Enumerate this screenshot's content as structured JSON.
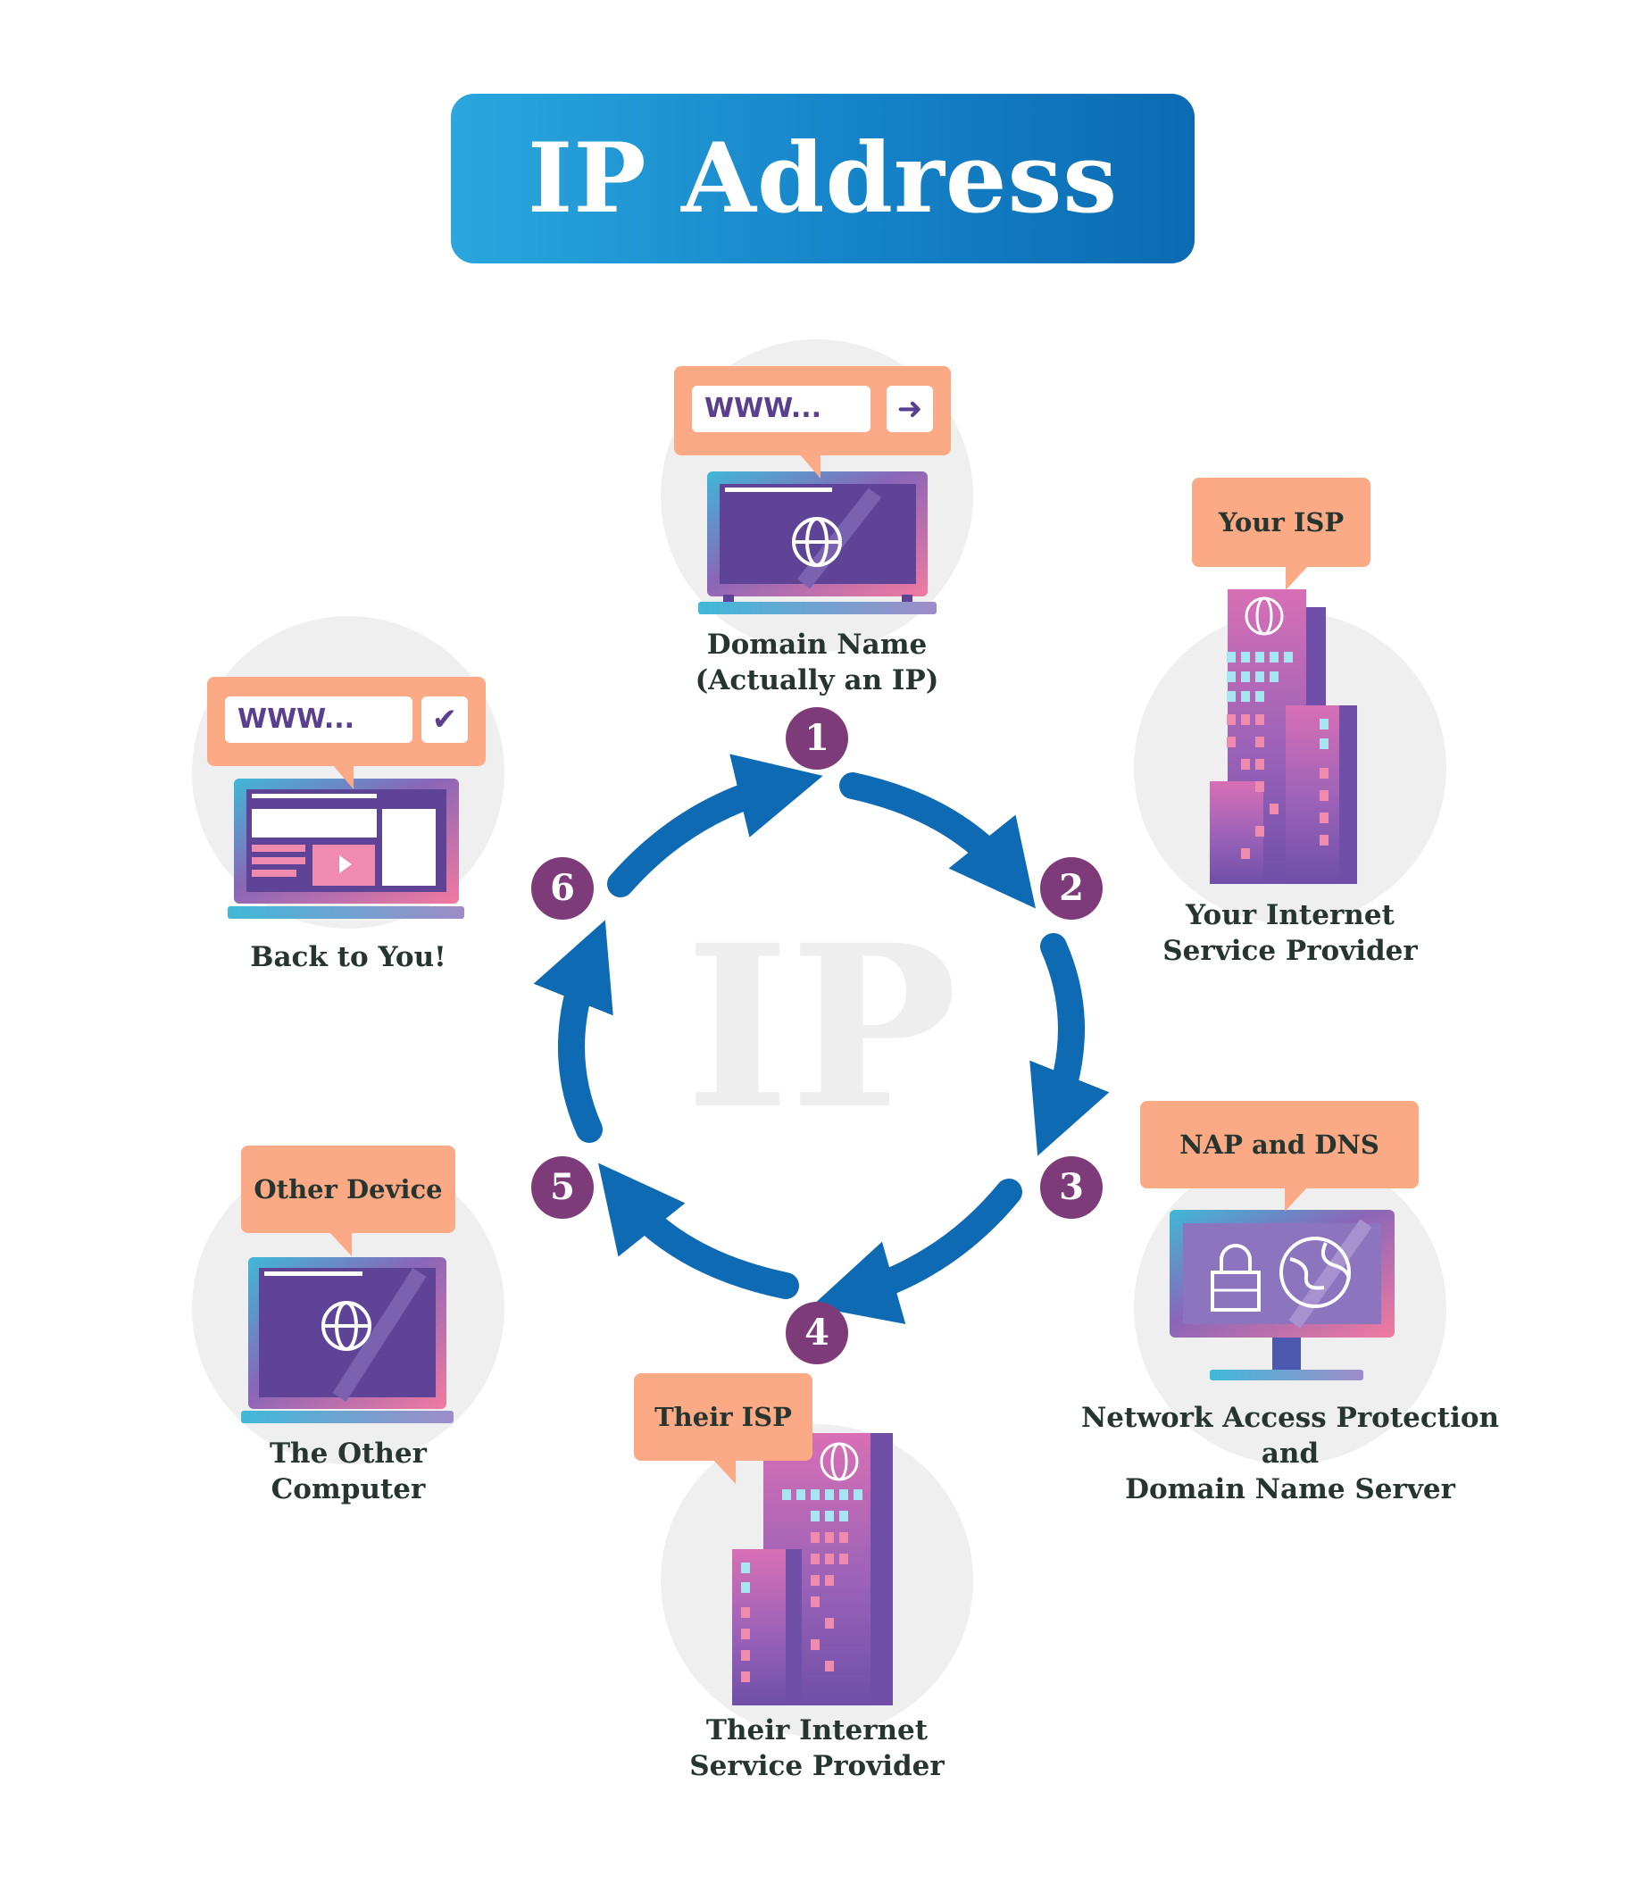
{
  "title": "IP Address",
  "center_watermark": "IP",
  "steps": [
    {
      "number": "1",
      "label_line1": "Domain Name",
      "label_line2": "(Actually an IP)",
      "url_text": "WWW...",
      "button_icon": "arrow-right-icon"
    },
    {
      "number": "2",
      "bubble": "Your ISP",
      "label_line1": "Your Internet",
      "label_line2": "Service Provider"
    },
    {
      "number": "3",
      "bubble": "NAP and DNS",
      "label_line1": "Network Access Protection",
      "label_line2": "and",
      "label_line3": "Domain Name Server"
    },
    {
      "number": "4",
      "bubble": "Their ISP",
      "label_line1": "Their Internet",
      "label_line2": "Service Provider"
    },
    {
      "number": "5",
      "bubble": "Other Device",
      "label_line1": "The Other",
      "label_line2": "Computer"
    },
    {
      "number": "6",
      "label_line1": "Back to You!",
      "url_text": "WWW...",
      "button_icon": "checkmark-icon"
    }
  ],
  "colors": {
    "banner": "#1583c8",
    "arrows": "#0f6ab4",
    "step_badge": "#7e3b79",
    "bubble": "#fbaa85",
    "backdrop": "#efefef",
    "laptop_screen": "#5e4396"
  }
}
